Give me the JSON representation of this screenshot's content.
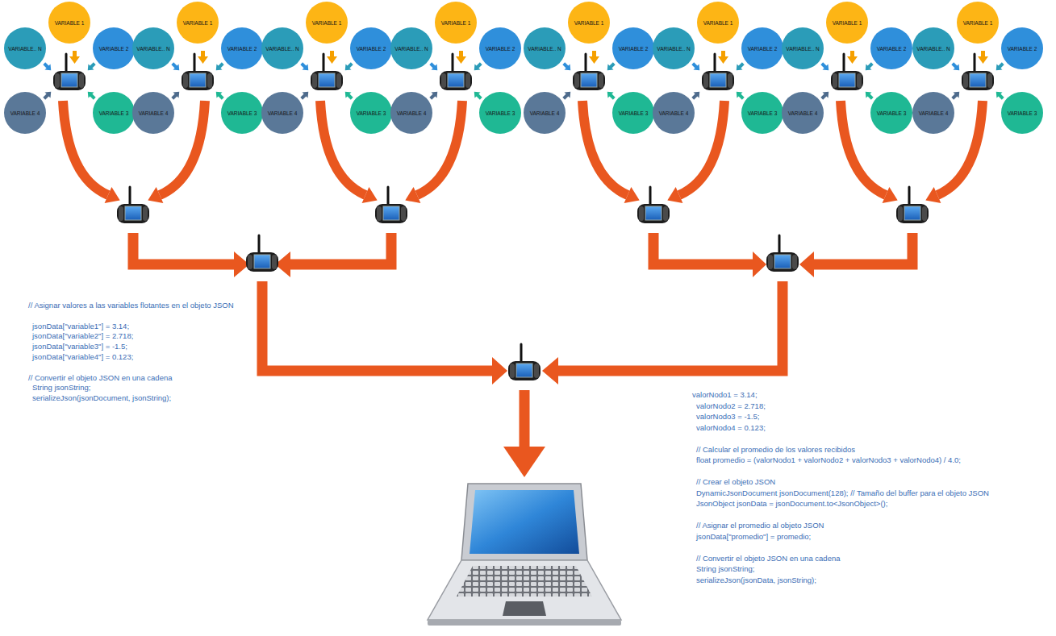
{
  "diagram": {
    "nodes": [
      {
        "text": [
          "VARIABLE 1"
        ]
      },
      {
        "text": [
          "VARIABLE.. N"
        ]
      },
      {
        "text": [
          "VARIABLE 2"
        ]
      },
      {
        "text": [
          "VARIABLE 4"
        ]
      },
      {
        "text": [
          "VARIABLE 3"
        ]
      },
      {
        "text": [
          "VARIABLE 1"
        ]
      },
      {
        "text": [
          "VARIABLE.. N"
        ]
      },
      {
        "text": [
          "VARIABLE 2"
        ]
      },
      {
        "text": [
          "VARIABLE 4"
        ]
      },
      {
        "text": [
          "VARIABLE 3"
        ]
      },
      {
        "text": [
          "VARIABLE 1"
        ]
      },
      {
        "text": [
          "VARIABLE.. N"
        ]
      },
      {
        "text": [
          "VARIABLE 2"
        ]
      },
      {
        "text": [
          "VARIABLE 4"
        ]
      },
      {
        "text": [
          "VARIABLE 3"
        ]
      },
      {
        "text": [
          "VARIABLE 1"
        ]
      },
      {
        "text": [
          "VARIABLE.. N"
        ]
      },
      {
        "text": [
          "VARIABLE 2"
        ]
      },
      {
        "text": [
          "VARIABLE 4"
        ]
      },
      {
        "text": [
          "VARIABLE 3"
        ]
      },
      {
        "text": [
          "VARIABLE 1"
        ]
      },
      {
        "text": [
          "VARIABLE.. N"
        ]
      },
      {
        "text": [
          "VARIABLE 2"
        ]
      },
      {
        "text": [
          "VARIABLE 4"
        ]
      },
      {
        "text": [
          "VARIABLE 3"
        ]
      },
      {
        "text": [
          "VARIABLE 1"
        ]
      },
      {
        "text": [
          "VARIABLE.. N"
        ]
      },
      {
        "text": [
          "VARIABLE 2"
        ]
      },
      {
        "text": [
          "VARIABLE 4"
        ]
      },
      {
        "text": [
          "VARIABLE 3"
        ]
      },
      {
        "text": [
          "VARIABLE 1"
        ]
      },
      {
        "text": [
          "VARIABLE.. N"
        ]
      },
      {
        "text": [
          "VARIABLE 2"
        ]
      },
      {
        "text": [
          "VARIABLE 4"
        ]
      },
      {
        "text": [
          "VARIABLE 3"
        ]
      },
      {
        "text": [
          "VARIABLE 1"
        ]
      },
      {
        "text": [
          "VARIABLE.. N"
        ]
      },
      {
        "text": [
          "VARIABLE 2"
        ]
      },
      {
        "text": [
          "VARIABLE 4"
        ]
      },
      {
        "text": [
          "VARIABLE 3"
        ]
      }
    ],
    "labels": [
      "// Asignar valores a las variables flotantes en el objeto JSON",
      "jsonData[\"variable1\"] = 3.14;",
      "jsonData[\"variable2\"] = 2.718;",
      "jsonData[\"variable3\"] = -1.5;",
      "jsonData[\"variable4\"] = 0.123;",
      "// Convertir el objeto JSON en una cadena",
      "String jsonString;",
      "serializeJson(jsonDocument, jsonString);",
      "valorNodo1 = 3.14;",
      "valorNodo2 = 2.718;",
      "valorNodo3 = -1.5;",
      "valorNodo4 = 0.123;",
      "// Calcular el promedio de los valores recibidos",
      "float promedio = (valorNodo1 + valorNodo2 + valorNodo3 + valorNodo4) / 4.0;",
      "// Crear el objeto JSON",
      "DynamicJsonDocument jsonDocument(128); // Tamaño del buffer para el objeto JSON",
      "JsonObject jsonData = jsonDocument.to<JsonObject>();",
      "// Asignar el promedio al objeto JSON",
      "jsonData[\"promedio\"] = promedio;",
      "// Convertir el objeto JSON en una cadena",
      "String jsonString;",
      "serializeJson(jsonData, jsonString);"
    ]
  }
}
